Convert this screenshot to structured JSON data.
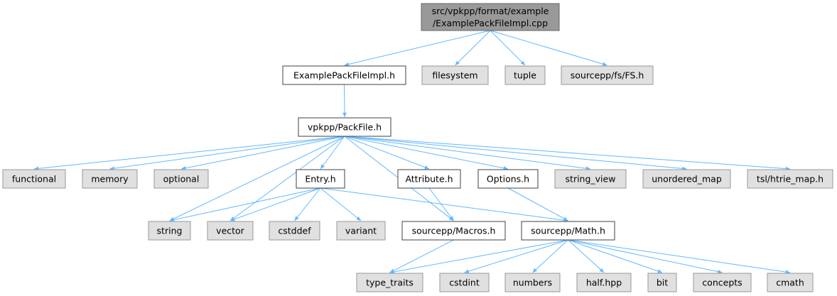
{
  "colors": {
    "edge": "#63b8ff",
    "root_fill": "#999999",
    "root_stroke": "#666666",
    "local_fill": "#ffffff",
    "local_stroke": "#404040",
    "system_fill": "#e0e0e0",
    "system_stroke": "#999999"
  },
  "nodes": [
    {
      "id": "root",
      "lines": [
        "src/vpkpp/format/example",
        "/ExamplePackFileImpl.cpp"
      ],
      "kind": "root"
    },
    {
      "id": "examplepackfileimpl_h",
      "lines": [
        "ExamplePackFileImpl.h"
      ],
      "kind": "local"
    },
    {
      "id": "filesystem",
      "lines": [
        "filesystem"
      ],
      "kind": "system"
    },
    {
      "id": "tuple",
      "lines": [
        "tuple"
      ],
      "kind": "system"
    },
    {
      "id": "sourcepp_fs",
      "lines": [
        "sourcepp/fs/FS.h"
      ],
      "kind": "system"
    },
    {
      "id": "packfile_h",
      "lines": [
        "vpkpp/PackFile.h"
      ],
      "kind": "local"
    },
    {
      "id": "functional",
      "lines": [
        "functional"
      ],
      "kind": "system"
    },
    {
      "id": "memory",
      "lines": [
        "memory"
      ],
      "kind": "system"
    },
    {
      "id": "optional",
      "lines": [
        "optional"
      ],
      "kind": "system"
    },
    {
      "id": "entry_h",
      "lines": [
        "Entry.h"
      ],
      "kind": "local"
    },
    {
      "id": "attribute_h",
      "lines": [
        "Attribute.h"
      ],
      "kind": "local"
    },
    {
      "id": "options_h",
      "lines": [
        "Options.h"
      ],
      "kind": "local"
    },
    {
      "id": "string_view",
      "lines": [
        "string_view"
      ],
      "kind": "system"
    },
    {
      "id": "unordered_map",
      "lines": [
        "unordered_map"
      ],
      "kind": "system"
    },
    {
      "id": "htrie_map",
      "lines": [
        "tsl/htrie_map.h"
      ],
      "kind": "system"
    },
    {
      "id": "string",
      "lines": [
        "string"
      ],
      "kind": "system"
    },
    {
      "id": "vector",
      "lines": [
        "vector"
      ],
      "kind": "system"
    },
    {
      "id": "cstddef",
      "lines": [
        "cstddef"
      ],
      "kind": "system"
    },
    {
      "id": "variant",
      "lines": [
        "variant"
      ],
      "kind": "system"
    },
    {
      "id": "macros_h",
      "lines": [
        "sourcepp/Macros.h"
      ],
      "kind": "local"
    },
    {
      "id": "math_h",
      "lines": [
        "sourcepp/Math.h"
      ],
      "kind": "local"
    },
    {
      "id": "type_traits",
      "lines": [
        "type_traits"
      ],
      "kind": "system"
    },
    {
      "id": "cstdint",
      "lines": [
        "cstdint"
      ],
      "kind": "system"
    },
    {
      "id": "numbers",
      "lines": [
        "numbers"
      ],
      "kind": "system"
    },
    {
      "id": "half_hpp",
      "lines": [
        "half.hpp"
      ],
      "kind": "system"
    },
    {
      "id": "bit",
      "lines": [
        "bit"
      ],
      "kind": "system"
    },
    {
      "id": "concepts",
      "lines": [
        "concepts"
      ],
      "kind": "system"
    },
    {
      "id": "cmath",
      "lines": [
        "cmath"
      ],
      "kind": "system"
    }
  ],
  "edges": [
    [
      "root",
      "examplepackfileimpl_h"
    ],
    [
      "root",
      "filesystem"
    ],
    [
      "root",
      "tuple"
    ],
    [
      "root",
      "sourcepp_fs"
    ],
    [
      "examplepackfileimpl_h",
      "packfile_h"
    ],
    [
      "packfile_h",
      "functional"
    ],
    [
      "packfile_h",
      "memory"
    ],
    [
      "packfile_h",
      "optional"
    ],
    [
      "packfile_h",
      "string"
    ],
    [
      "packfile_h",
      "vector"
    ],
    [
      "packfile_h",
      "entry_h"
    ],
    [
      "packfile_h",
      "macros_h"
    ],
    [
      "packfile_h",
      "attribute_h"
    ],
    [
      "packfile_h",
      "options_h"
    ],
    [
      "packfile_h",
      "string_view"
    ],
    [
      "packfile_h",
      "unordered_map"
    ],
    [
      "packfile_h",
      "htrie_map"
    ],
    [
      "entry_h",
      "string"
    ],
    [
      "entry_h",
      "vector"
    ],
    [
      "entry_h",
      "cstddef"
    ],
    [
      "entry_h",
      "variant"
    ],
    [
      "entry_h",
      "math_h"
    ],
    [
      "attribute_h",
      "macros_h"
    ],
    [
      "options_h",
      "math_h"
    ],
    [
      "macros_h",
      "type_traits"
    ],
    [
      "math_h",
      "type_traits"
    ],
    [
      "math_h",
      "cstdint"
    ],
    [
      "math_h",
      "numbers"
    ],
    [
      "math_h",
      "half_hpp"
    ],
    [
      "math_h",
      "bit"
    ],
    [
      "math_h",
      "concepts"
    ],
    [
      "math_h",
      "cmath"
    ]
  ]
}
